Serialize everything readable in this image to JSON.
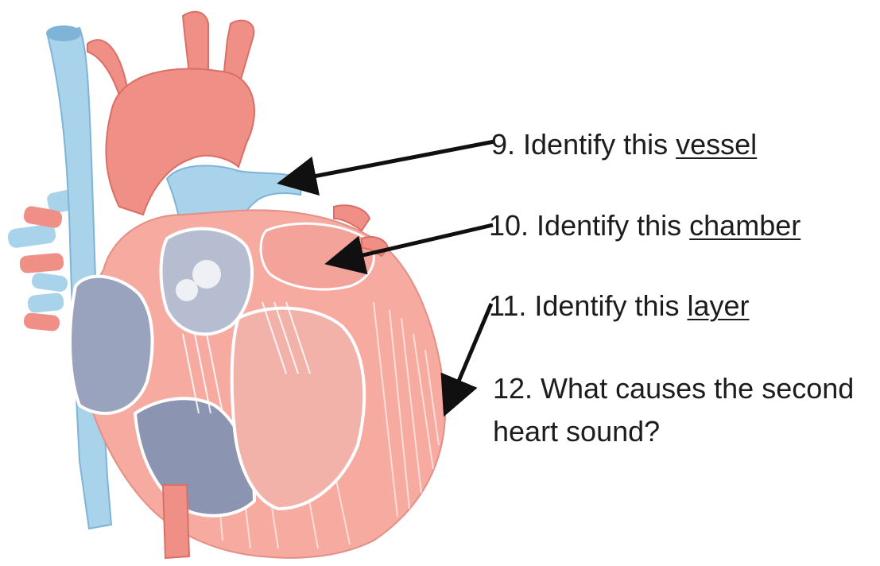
{
  "colors": {
    "background": "#ffffff",
    "text": "#1c1c1c",
    "arrow": "#101010",
    "vein_blue": "#a9d3ea",
    "vein_shadow": "#7fb4d6",
    "artery_red": "#ef8f86",
    "artery_shadow": "#d96f67",
    "muscle_pink": "#f6aaa0",
    "chamber_interior": "#9aa3bd",
    "chamber_interior_dark": "#6f7a98",
    "valve_white": "#eef0f6"
  },
  "icons": {
    "figure": "heart-cross-section-illustration",
    "arrowhead": "arrowhead-icon"
  },
  "questions": [
    {
      "number": "9",
      "prefix": ". Identify this ",
      "keyword": "vessel",
      "suffix": ""
    },
    {
      "number": "10",
      "prefix": ". Identify this ",
      "keyword": "chamber",
      "suffix": ""
    },
    {
      "number": "11",
      "prefix": ". Identify this ",
      "keyword": "layer",
      "suffix": ""
    },
    {
      "number": "12",
      "line1": ". What causes the second",
      "line2": "heart sound?"
    }
  ]
}
